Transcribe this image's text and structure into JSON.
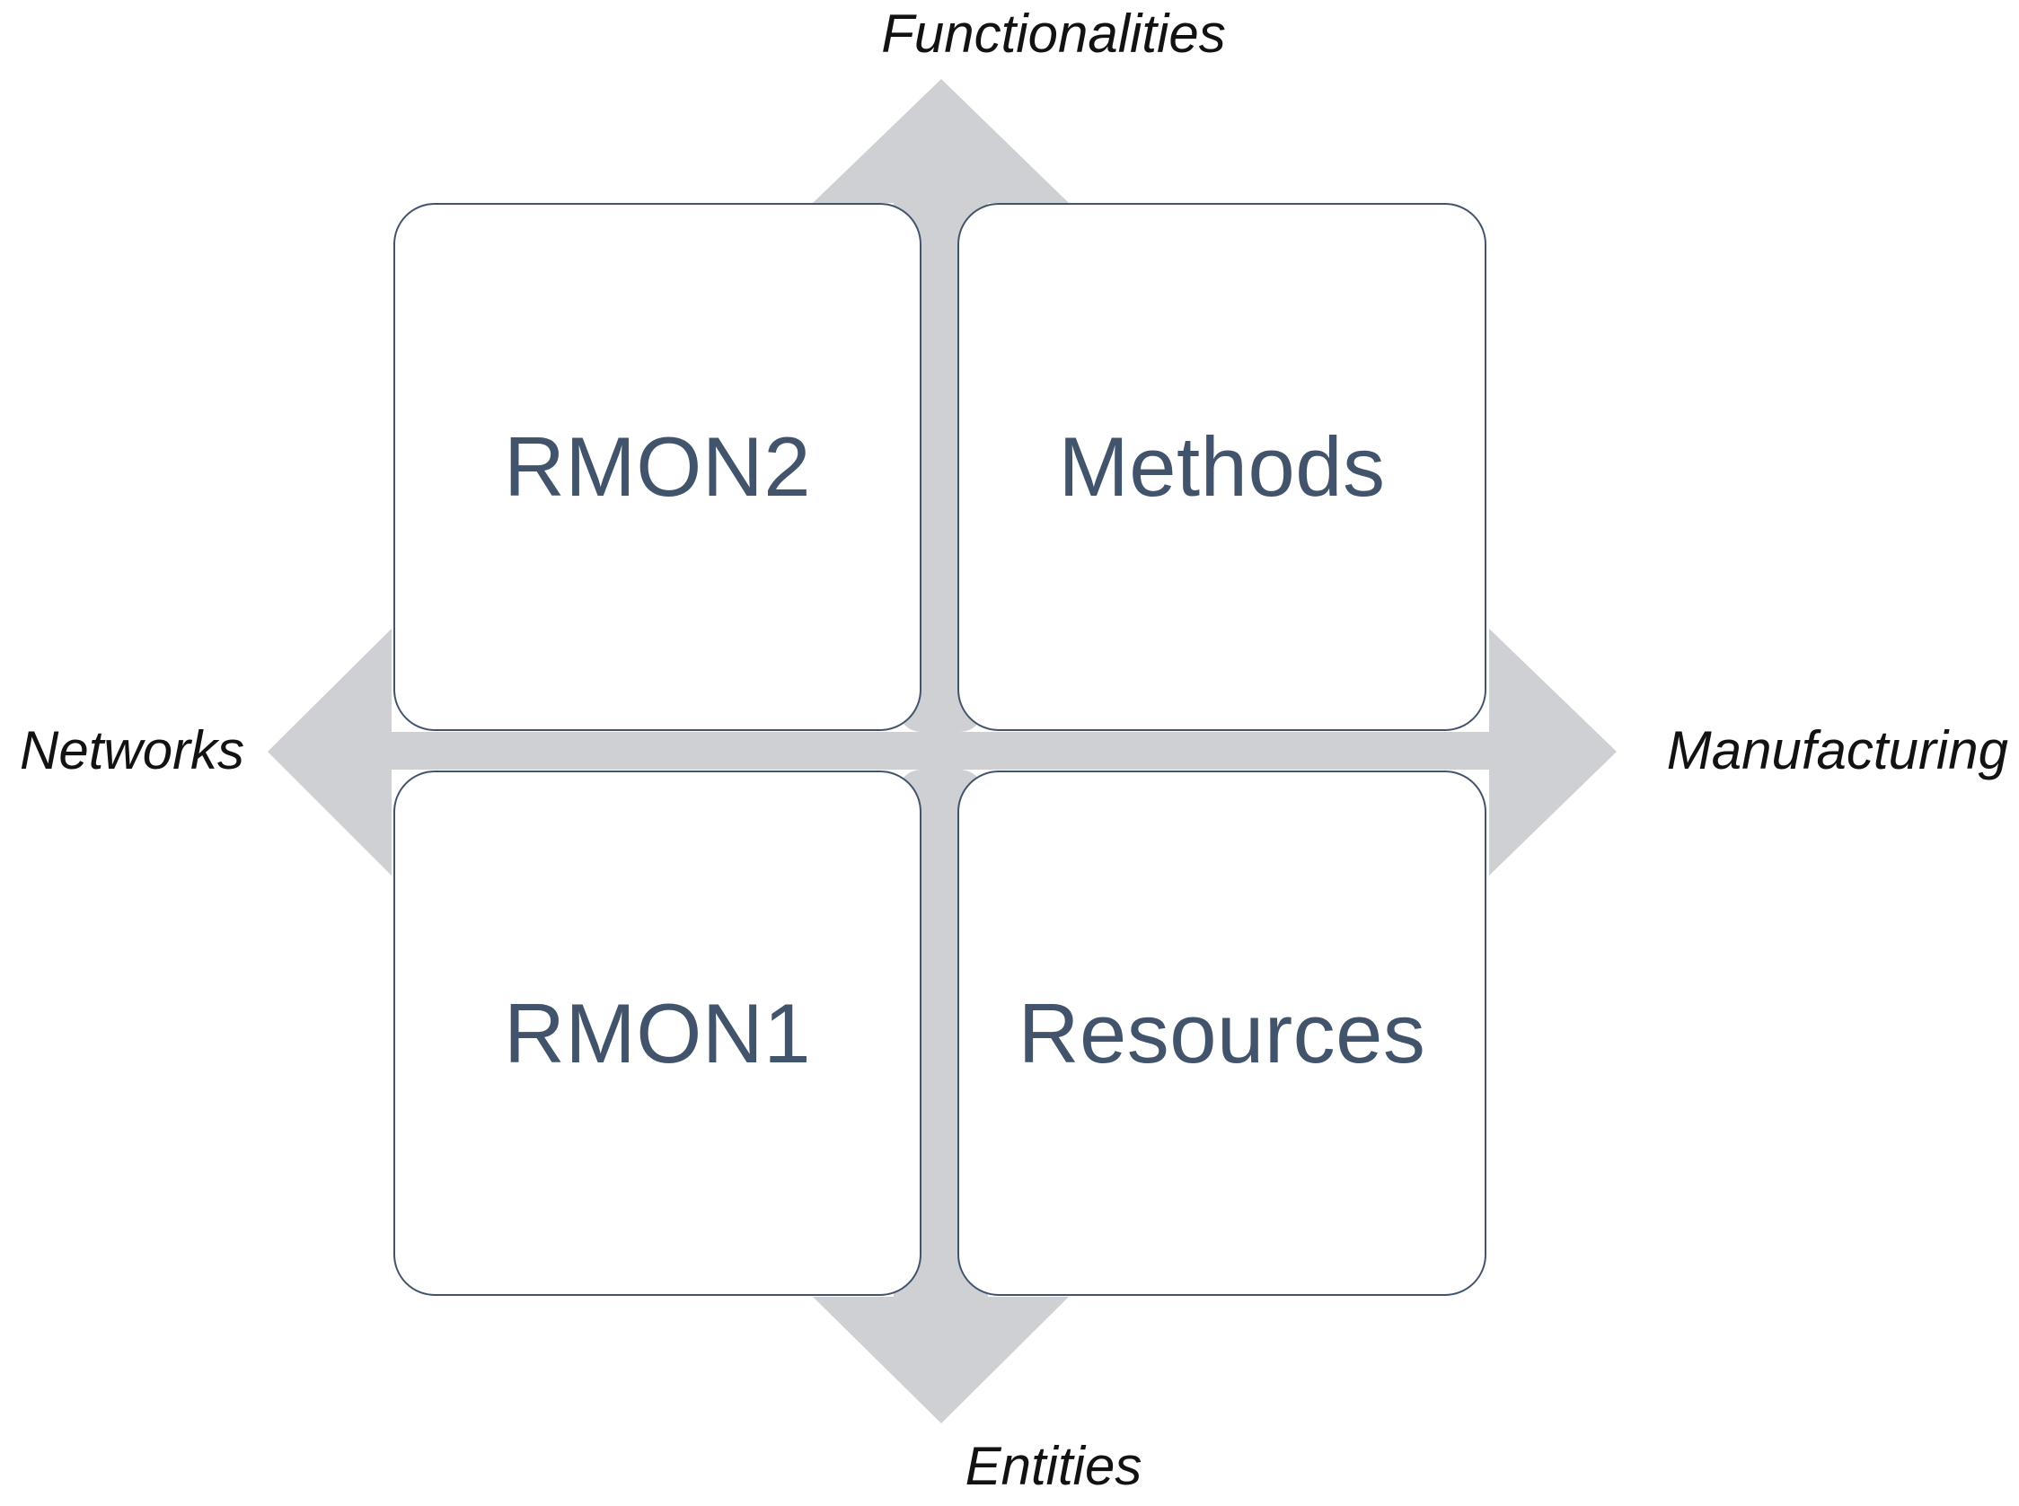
{
  "diagram": {
    "title_visible": false,
    "type": "four-quadrant-matrix-with-cross-arrow",
    "colors": {
      "box_border": "#41546b",
      "box_fill": "#ffffff",
      "box_text": "#41546b",
      "arrow_fill": "#ced0d4",
      "axis_label_text": "#121212",
      "background": "#ffffff"
    },
    "axes": {
      "top": "Functionalities",
      "left": "Networks",
      "right": "Manufacturing",
      "bottom": "Entities"
    },
    "quadrants": [
      {
        "id": "top-left",
        "label": "RMON2"
      },
      {
        "id": "top-right",
        "label": "Methods"
      },
      {
        "id": "bottom-left",
        "label": "RMON1"
      },
      {
        "id": "bottom-right",
        "label": "Resources"
      }
    ]
  }
}
